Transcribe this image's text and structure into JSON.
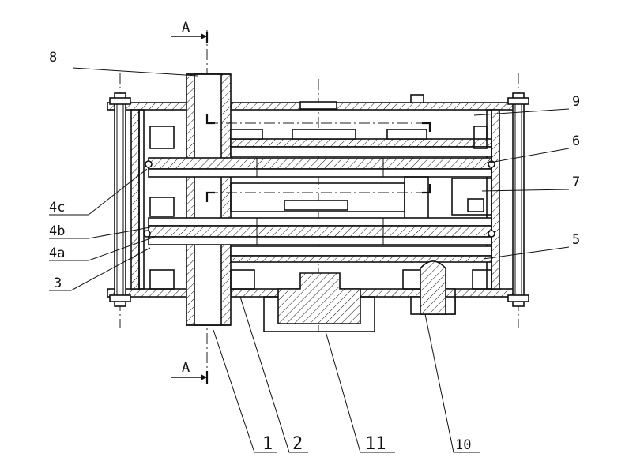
{
  "section_marks": {
    "top": "A",
    "bottom": "A"
  },
  "callouts": [
    {
      "id": "c8",
      "label": "8"
    },
    {
      "id": "c9",
      "label": "9"
    },
    {
      "id": "c6",
      "label": "6"
    },
    {
      "id": "c7",
      "label": "7"
    },
    {
      "id": "c5",
      "label": "5"
    },
    {
      "id": "c4c",
      "label": "4c"
    },
    {
      "id": "c4b",
      "label": "4b"
    },
    {
      "id": "c4a",
      "label": "4a"
    },
    {
      "id": "c3",
      "label": "3"
    },
    {
      "id": "c1",
      "label": "1"
    },
    {
      "id": "c2",
      "label": "2"
    },
    {
      "id": "c11",
      "label": "11"
    },
    {
      "id": "c10",
      "label": "10"
    }
  ]
}
